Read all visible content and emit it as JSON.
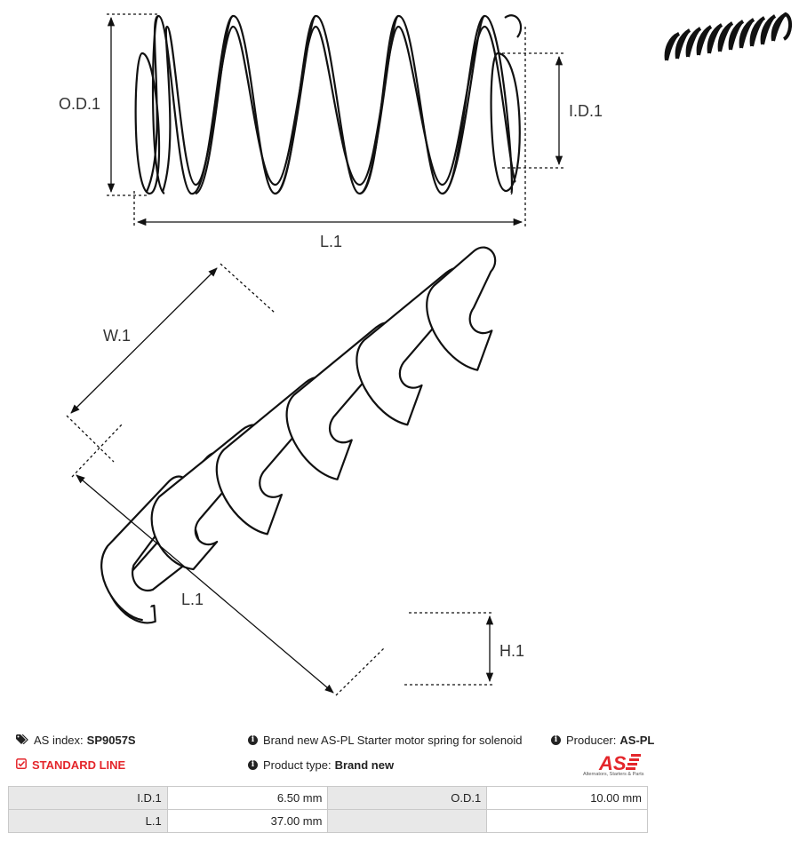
{
  "drawing": {
    "labels": {
      "od": "O.D.1",
      "id": "I.D.1",
      "l_top": "L.1",
      "w": "W.1",
      "l_iso": "L.1",
      "h": "H.1"
    }
  },
  "info": {
    "as_index_label": "AS index:",
    "as_index_value": "SP9057S",
    "line_label": "STANDARD LINE",
    "description": "Brand new AS-PL Starter motor spring for solenoid",
    "product_type_label": "Product type:",
    "product_type_value": "Brand new",
    "producer_label": "Producer:",
    "producer_value": "AS-PL"
  },
  "logo": {
    "text": "AS",
    "tagline": "Alternators, Starters & Parts",
    "color": "#e4262b"
  },
  "specs": {
    "rows": [
      {
        "k1": "I.D.1",
        "v1": "6.50 mm",
        "k2": "O.D.1",
        "v2": "10.00 mm"
      },
      {
        "k1": "L.1",
        "v1": "37.00 mm",
        "k2": "",
        "v2": ""
      }
    ]
  },
  "colors": {
    "accent": "#e4262b",
    "table_key_bg": "#e8e8e8",
    "border": "#c9c9c9"
  }
}
